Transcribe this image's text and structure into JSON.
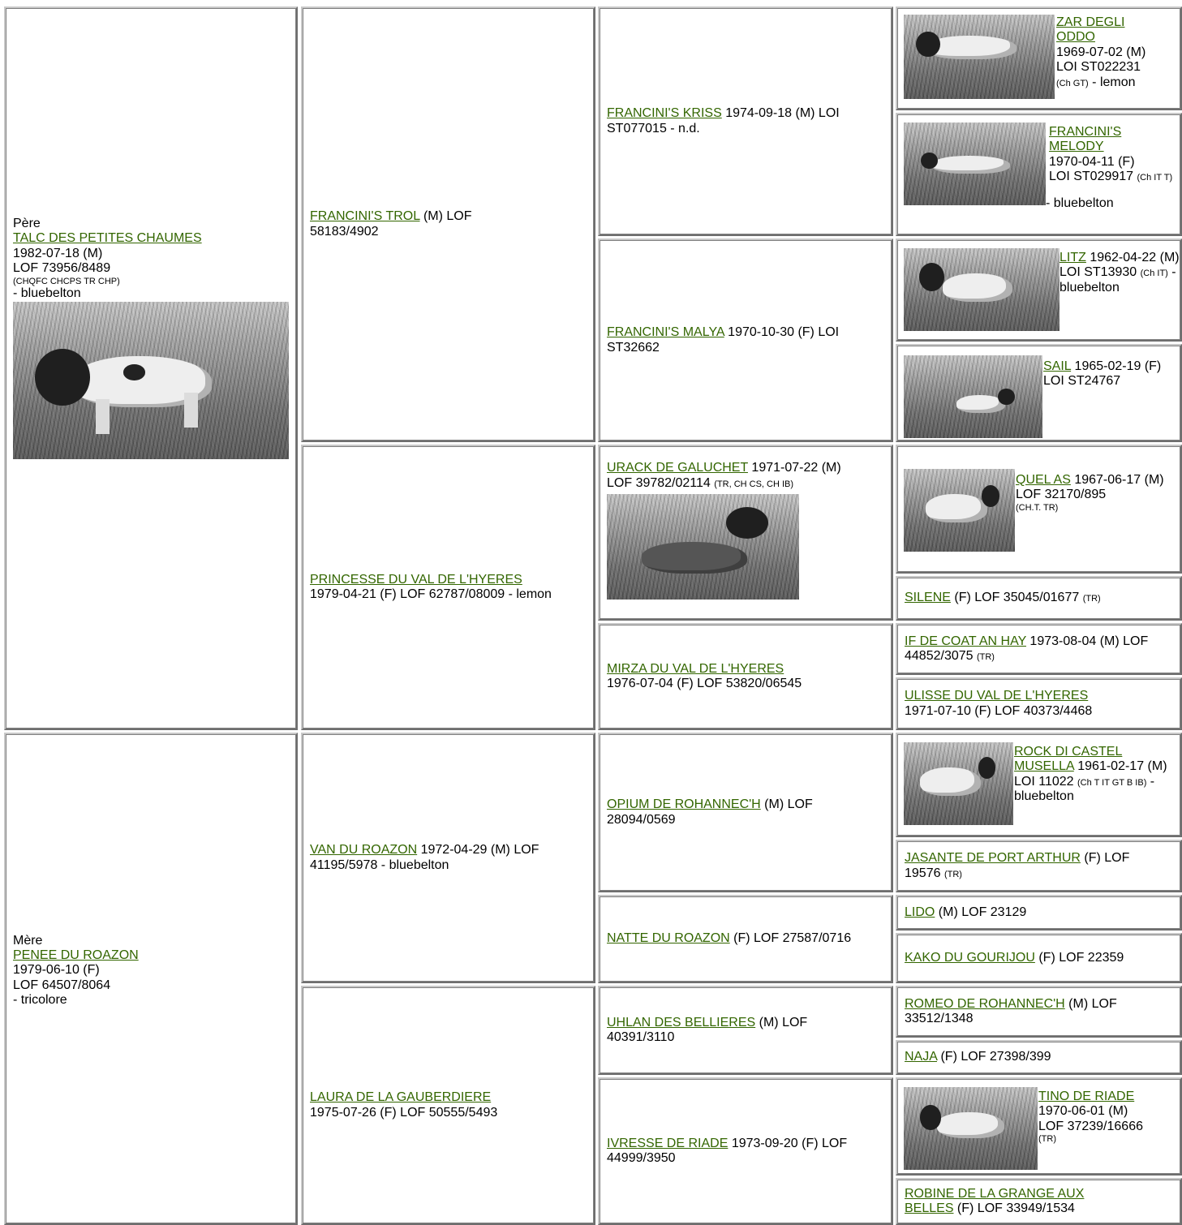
{
  "father": {
    "role": "Père",
    "name": "TALC DES PETITES CHAUMES",
    "birth": "1982-07-18 (M)",
    "reg": "LOF 73956/8489",
    "titles": "(CHQFC CHCPS TR CHP)",
    "color": "- bluebelton"
  },
  "mother": {
    "role": "Mère",
    "name": "PENEE DU ROAZON",
    "birth": "1979-06-10 (F)",
    "reg": "LOF 64507/8064",
    "color": "- tricolore"
  },
  "g2": {
    "ff": {
      "name": "FRANCINI'S TROL",
      "info": " (M) LOF 58183/4902"
    },
    "fm": {
      "name": "PRINCESSE DU VAL DE L'HYERES",
      "info": "1979-04-21 (F) LOF 62787/08009 - lemon"
    },
    "mf": {
      "name": "VAN DU ROAZON",
      "info": " 1972-04-29 (M) LOF 41195/5978 - bluebelton"
    },
    "mm": {
      "name": "LAURA DE LA GAUBERDIERE",
      "info": "1975-07-26 (F) LOF 50555/5493"
    }
  },
  "g3": {
    "fff": {
      "name": "FRANCINI'S KRISS",
      "info": " 1974-09-18 (M) LOI ST077015 - n.d."
    },
    "ffm": {
      "name": "FRANCINI'S MALYA",
      "info": " 1970-10-30 (F) LOI ST32662"
    },
    "fmf": {
      "name": "URACK DE GALUCHET",
      "info": " 1971-07-22 (M) LOF 39782/02114 ",
      "titles": "(TR, CH CS, CH IB)"
    },
    "fmm": {
      "name": "MIRZA DU VAL DE L'HYERES",
      "info": "1976-07-04 (F) LOF 53820/06545"
    },
    "mff": {
      "name": "OPIUM DE ROHANNEC'H",
      "info": " (M) LOF 28094/0569"
    },
    "mfm": {
      "name": "NATTE DU ROAZON",
      "info": " (F) LOF 27587/0716"
    },
    "mmf": {
      "name": "UHLAN DES BELLIERES",
      "info": " (M) LOF 40391/3110"
    },
    "mmm": {
      "name": "IVRESSE DE RIADE",
      "info": " 1973-09-20 (F) LOF 44999/3950"
    }
  },
  "g4": {
    "a1": {
      "name1": "ZAR DEGLI",
      "name2": "ODDO",
      "l1": "1969-07-02 (M)",
      "l2": "LOI ST022231",
      "titles": "(Ch GT)",
      "tail": " - lemon"
    },
    "a2": {
      "name1": "FRANCINI'S",
      "name2": "MELODY",
      "l1": "1970-04-11 (F)",
      "l2": "LOI ST029917 ",
      "titles": "(Ch IT T)",
      "tail": " - bluebelton"
    },
    "a3": {
      "name": "LITZ",
      "info": " 1962-04-22 (M) LOI ST13930 ",
      "titles": "(Ch IT)",
      "tail": " - bluebelton"
    },
    "a4": {
      "name": "SAIL",
      "info": " 1965-02-19 (F) LOI ST24767"
    },
    "a5": {
      "name": "QUEL AS",
      "info": " 1967-06-17 (M) LOF 32170/895",
      "titles": "(CH.T. TR)"
    },
    "a6": {
      "name": "SILENE",
      "info": " (F) LOF 35045/01677 ",
      "titles": "(TR)"
    },
    "a7": {
      "name": "IF DE COAT AN HAY",
      "info": " 1973-08-04 (M) LOF 44852/3075 ",
      "titles": "(TR)"
    },
    "a8": {
      "name": "ULISSE DU VAL DE L'HYERES",
      "info": "1971-07-10 (F) LOF 40373/4468"
    },
    "b1": {
      "name1": "ROCK DI CASTEL",
      "name2": "MUSELLA",
      "info": " 1961-02-17 (M) LOI 11022 ",
      "titles": "(Ch T IT GT B IB)",
      "tail": " - bluebelton"
    },
    "b2": {
      "name": "JASANTE DE PORT ARTHUR",
      "info": " (F) LOF 19576 ",
      "titles": "(TR)"
    },
    "b3": {
      "name": "LIDO",
      "info": " (M) LOF 23129"
    },
    "b4": {
      "name": "KAKO DU GOURIJOU",
      "info": " (F) LOF 22359"
    },
    "b5": {
      "name": "ROMEO DE ROHANNEC'H",
      "info": " (M) LOF 33512/1348"
    },
    "b6": {
      "name": "NAJA",
      "info": " (F) LOF 27398/399"
    },
    "b7": {
      "name1": "TINO DE RIADE",
      "l1": "1970-06-01 (M)",
      "l2": "LOF 37239/16666",
      "titles": "(TR)"
    },
    "b8": {
      "name1": "ROBINE DE LA GRANGE AUX",
      "name2": "BELLES",
      "info": " (F) LOF 33949/1534"
    }
  }
}
